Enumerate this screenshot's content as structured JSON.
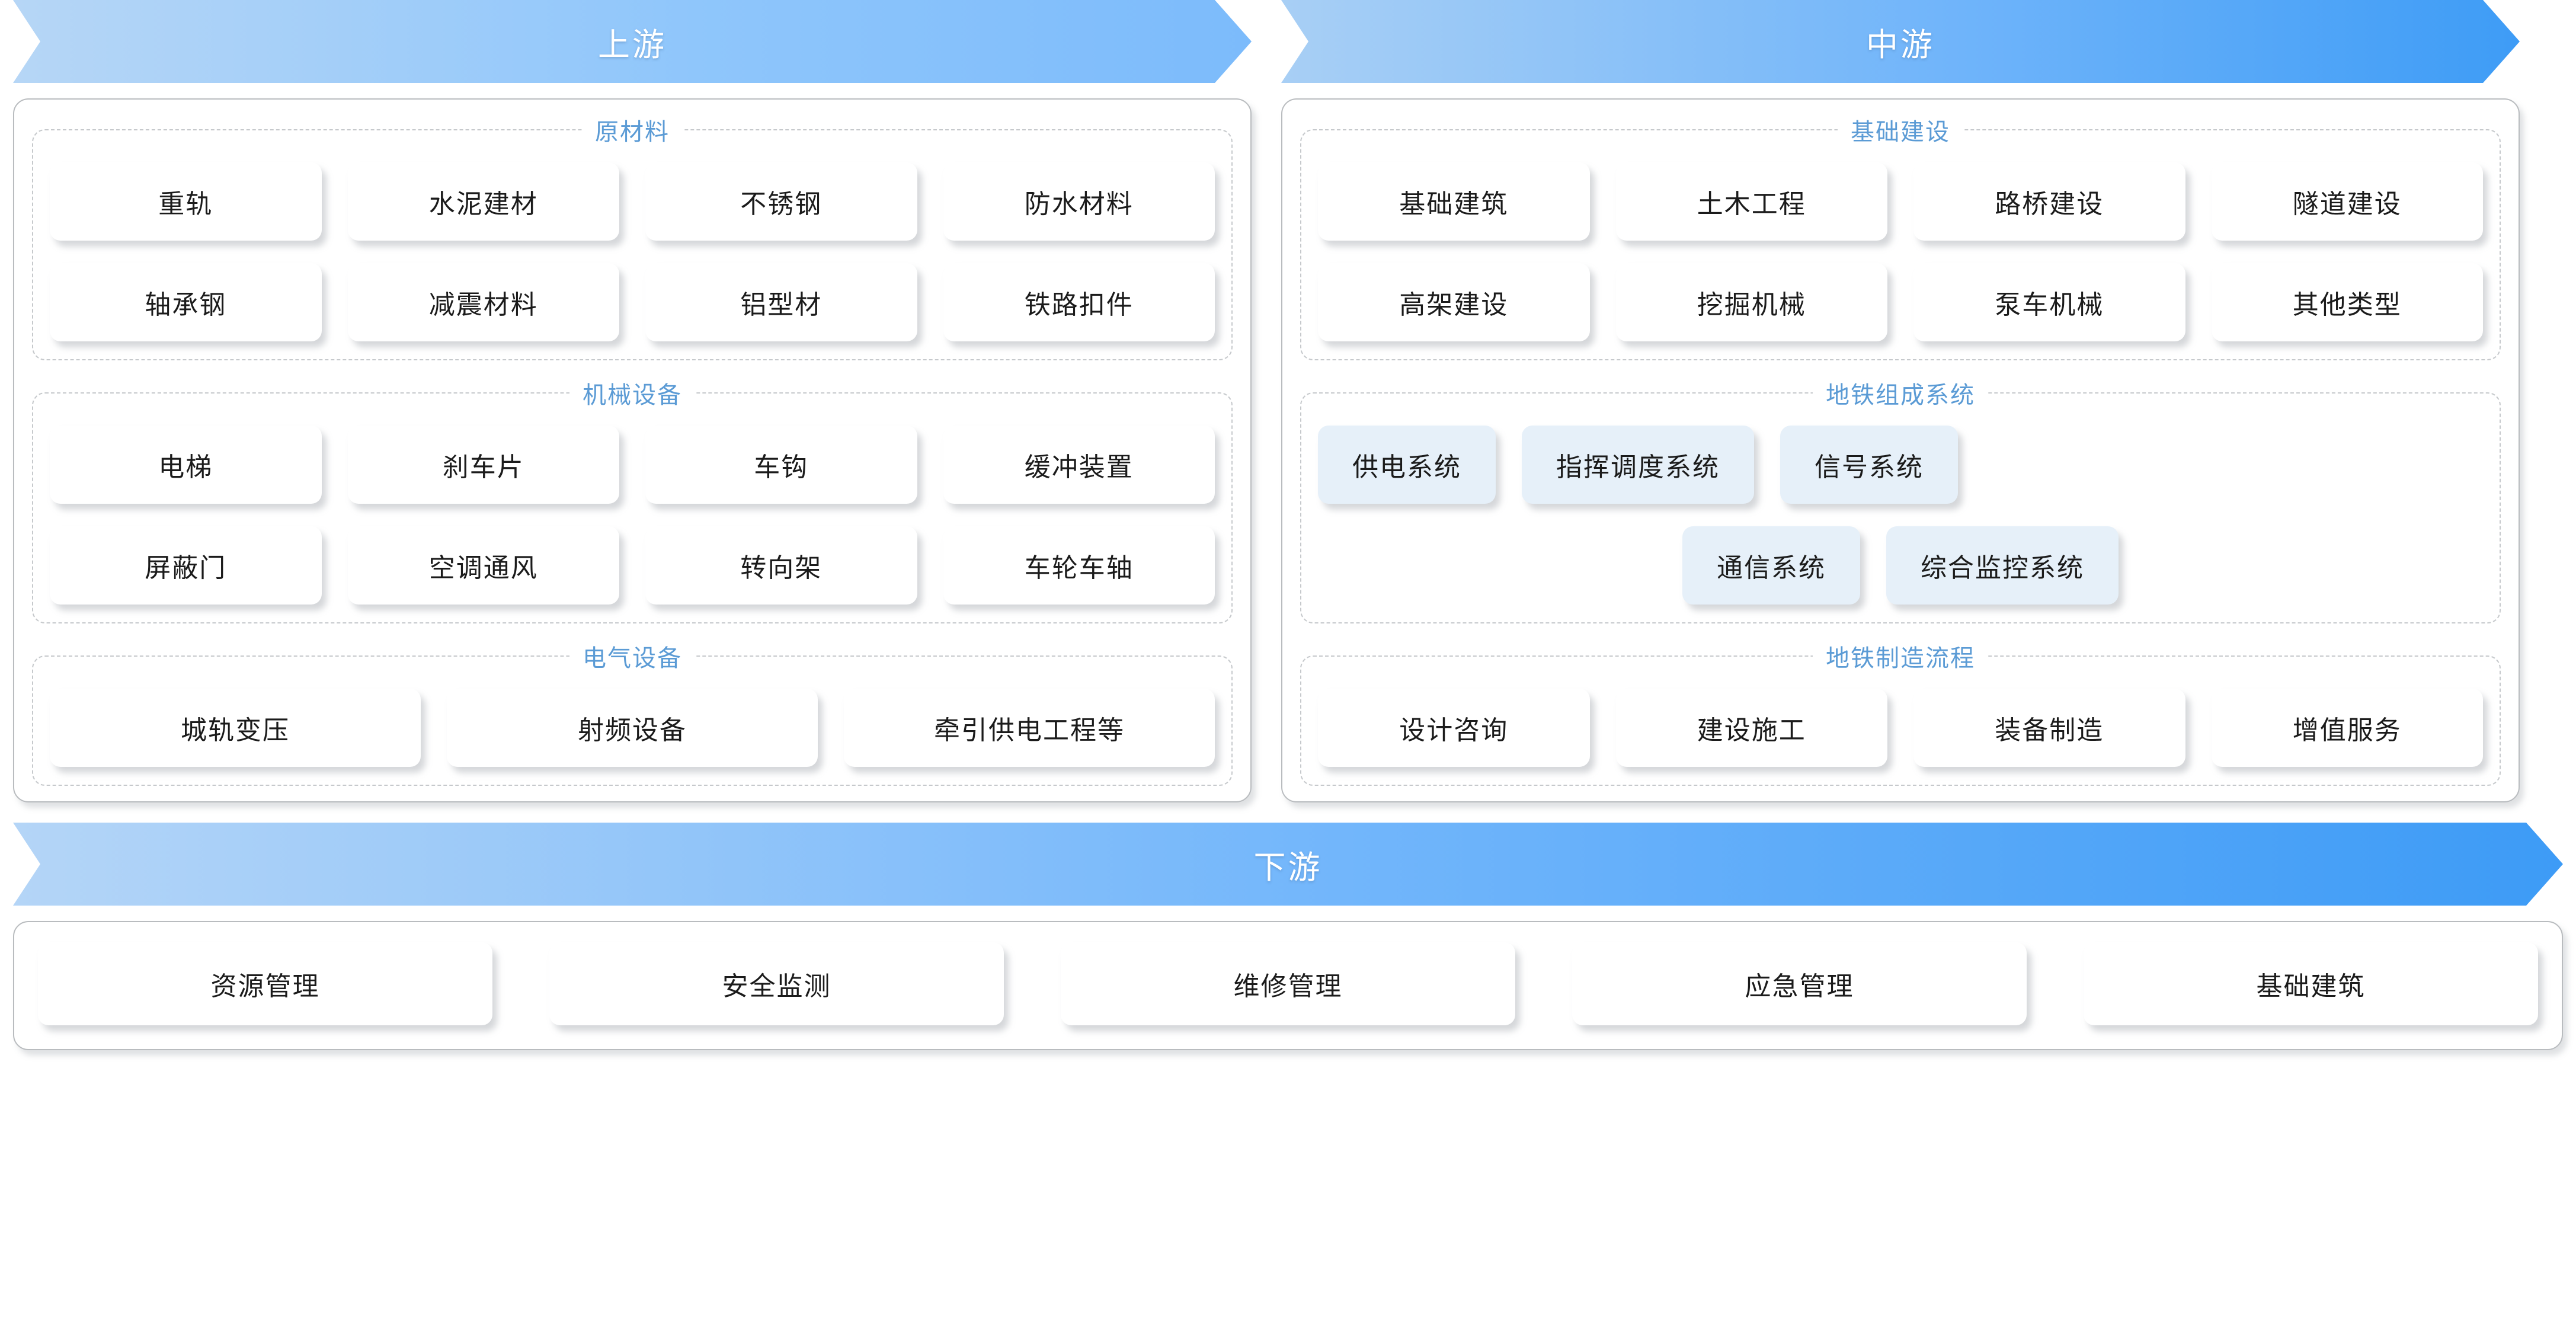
{
  "banners": {
    "upstream": "上游",
    "midstream": "中游",
    "downstream": "下游"
  },
  "colors": {
    "banner_light": "#b6d6f6",
    "banner_deep": "#3e9cf6",
    "group_title": "#5b9bd5",
    "chip_blue_bg": "#e6f0f9",
    "panel_border": "#b9bcbf",
    "group_border": "#c6c9cc"
  },
  "upstream": {
    "groups": [
      {
        "title": "原材料",
        "rows": [
          [
            "重轨",
            "水泥建材",
            "不锈钢",
            "防水材料"
          ],
          [
            "轴承钢",
            "减震材料",
            "铝型材",
            "铁路扣件"
          ]
        ]
      },
      {
        "title": "机械设备",
        "rows": [
          [
            "电梯",
            "刹车片",
            "车钩",
            "缓冲装置"
          ],
          [
            "屏蔽门",
            "空调通风",
            "转向架",
            "车轮车轴"
          ]
        ]
      },
      {
        "title": "电气设备",
        "rows": [
          [
            "城轨变压",
            "射频设备",
            "牵引供电工程等"
          ]
        ]
      }
    ]
  },
  "midstream": {
    "groups": [
      {
        "title": "基础建设",
        "rows": [
          [
            "基础建筑",
            "土木工程",
            "路桥建设",
            "隧道建设"
          ],
          [
            "高架建设",
            "挖掘机械",
            "泵车机械",
            "其他类型"
          ]
        ]
      },
      {
        "title": "地铁组成系统",
        "rows": [
          [
            "供电系统",
            "指挥调度系统",
            "信号系统"
          ],
          [
            "通信系统",
            "综合监控系统"
          ]
        ]
      },
      {
        "title": "地铁制造流程",
        "rows": [
          [
            "设计咨询",
            "建设施工",
            "装备制造",
            "增值服务"
          ]
        ]
      }
    ]
  },
  "downstream": {
    "items": [
      "资源管理",
      "安全监测",
      "维修管理",
      "应急管理",
      "基础建筑"
    ]
  }
}
